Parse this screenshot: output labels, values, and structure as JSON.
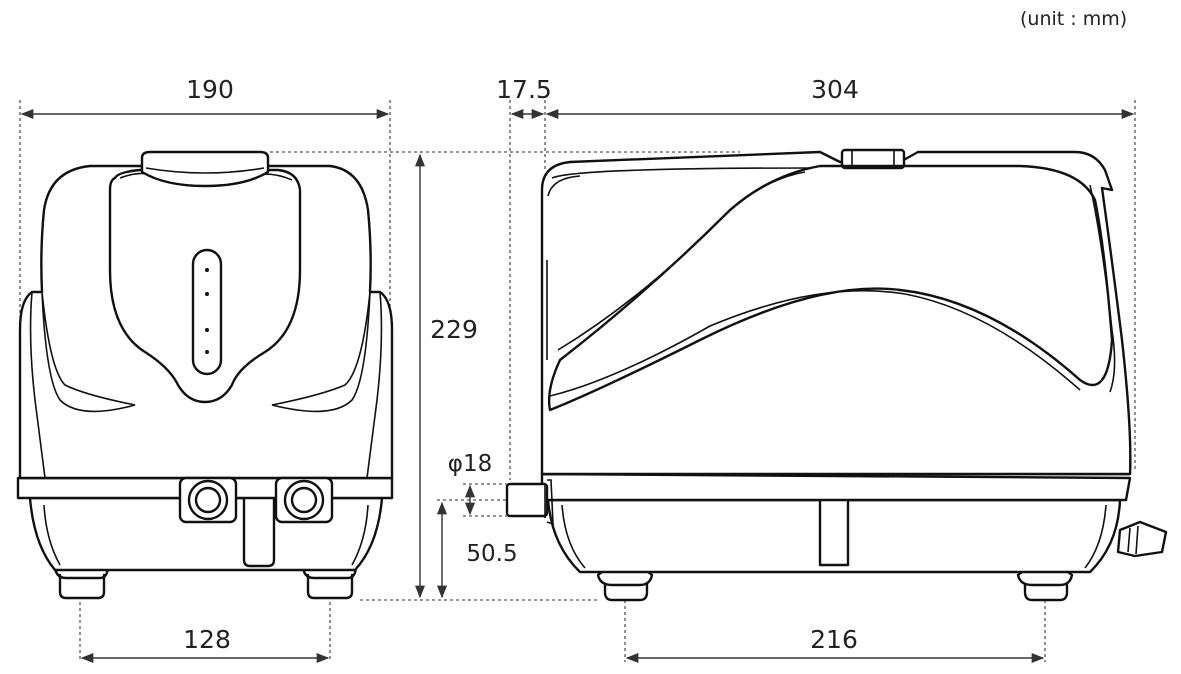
{
  "unit_label": "(unit : mm)",
  "dimensions": {
    "front_width": "190",
    "front_foot_spacing": "128",
    "connector_length": "17.5",
    "side_length": "304",
    "height": "229",
    "port_diameter": "φ18",
    "port_height": "50.5",
    "side_foot_spacing": "216"
  }
}
